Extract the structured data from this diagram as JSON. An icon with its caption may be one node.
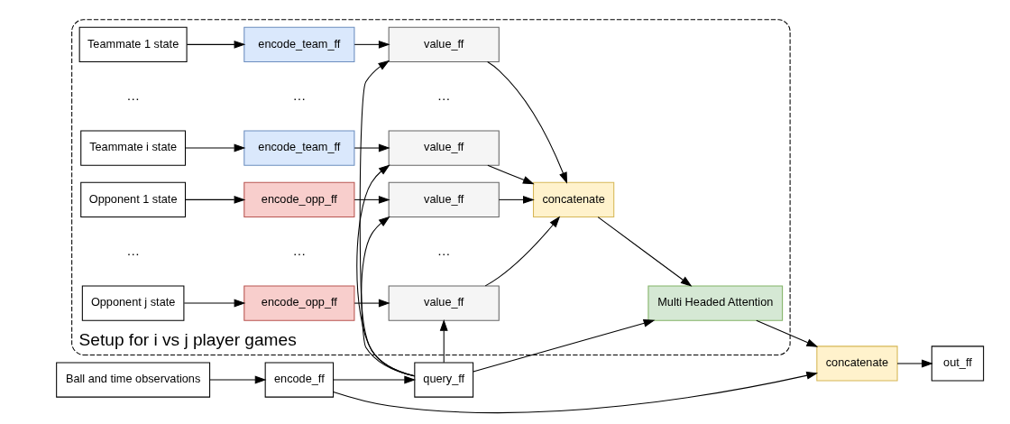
{
  "diagram": {
    "nodes": [
      {
        "text": [
          "Setup for i vs j player games"
        ]
      },
      {
        "text": [
          "Ball and time observations"
        ]
      },
      {
        "text": [
          "encode_ff"
        ]
      },
      {
        "text": [
          "query_ff"
        ]
      },
      {
        "text": [
          "concatenate"
        ]
      },
      {
        "text": [
          "out_ff"
        ]
      },
      {
        "text": [
          "Teammate 1 state"
        ],
        "in": 0
      },
      {
        "text": [
          "encode_team_ff"
        ],
        "in": 0
      },
      {
        "text": [
          "value_ff"
        ],
        "in": 0
      },
      {
        "text": [
          "Teammate i state"
        ],
        "in": 0
      },
      {
        "text": [
          "encode_team_ff"
        ],
        "in": 0
      },
      {
        "text": [
          "value_ff"
        ],
        "in": 0
      },
      {
        "text": [
          "Opponent 1 state"
        ],
        "in": 0
      },
      {
        "text": [
          "encode_opp_ff"
        ],
        "in": 0
      },
      {
        "text": [
          "value_ff"
        ],
        "in": 0
      },
      {
        "text": [
          "Opponent j state"
        ],
        "in": 0
      },
      {
        "text": [
          "encode_opp_ff"
        ],
        "in": 0
      },
      {
        "text": [
          "value_ff"
        ],
        "in": 0
      },
      {
        "text": [
          "concatenate"
        ],
        "in": 0
      },
      {
        "text": [
          "Multi Headed Attention"
        ],
        "in": 0
      }
    ],
    "edges": [
      {
        "from": 1,
        "to": 2,
        "arrow": "to"
      },
      {
        "from": 2,
        "to": 4,
        "arrow": "to"
      },
      {
        "from": 2,
        "to": 3,
        "arrow": "to"
      },
      {
        "from": 3,
        "to": 19,
        "arrow": "to"
      },
      {
        "from": 3,
        "to": 8,
        "arrow": "to"
      },
      {
        "from": 3,
        "to": 11,
        "arrow": "to"
      },
      {
        "from": 3,
        "to": 14,
        "arrow": "to"
      },
      {
        "from": 3,
        "to": 17,
        "arrow": "to"
      },
      {
        "from": 6,
        "to": 7,
        "arrow": "to"
      },
      {
        "from": 7,
        "to": 8,
        "arrow": "to"
      },
      {
        "from": 9,
        "to": 10,
        "arrow": "to"
      },
      {
        "from": 10,
        "to": 11,
        "arrow": "to"
      },
      {
        "from": 12,
        "to": 13,
        "arrow": "to"
      },
      {
        "from": 13,
        "to": 14,
        "arrow": "to"
      },
      {
        "from": 15,
        "to": 16,
        "arrow": "to"
      },
      {
        "from": 16,
        "to": 17,
        "arrow": "to"
      },
      {
        "from": 8,
        "to": 18,
        "arrow": "to"
      },
      {
        "from": 11,
        "to": 18,
        "arrow": "to"
      },
      {
        "from": 14,
        "to": 18,
        "arrow": "to"
      },
      {
        "from": 17,
        "to": 18,
        "arrow": "to"
      },
      {
        "from": 18,
        "to": 19,
        "arrow": "to"
      },
      {
        "from": 19,
        "to": 4,
        "arrow": "to"
      },
      {
        "from": 4,
        "to": 5,
        "arrow": "to"
      }
    ],
    "labels": [
      "…",
      "…",
      "…",
      "…",
      "…",
      "…"
    ]
  }
}
